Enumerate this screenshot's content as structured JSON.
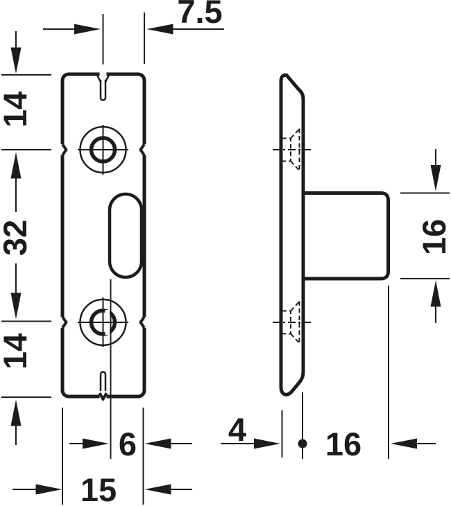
{
  "drawing": {
    "type": "technical-dimension-drawing",
    "views": {
      "front": "front-view-plate",
      "side": "side-view-profile"
    },
    "line_color": "#1c1c1c",
    "background_color": "#ffffff",
    "dims": {
      "center_to_edge": "7.5",
      "top_hole_offset": "14",
      "hole_spacing": "32",
      "bottom_hole_offset": "14",
      "slot_width": "6",
      "plate_width": "15",
      "plate_thickness": "4",
      "boss_length": "16",
      "boss_diameter": "16"
    }
  }
}
